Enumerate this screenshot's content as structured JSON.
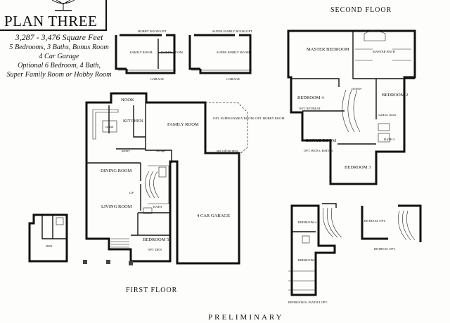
{
  "title": "PLAN THREE",
  "details": [
    "3,287 - 3,476 Square Feet",
    "5 Bedrooms, 3 Baths, Bonus Room",
    "4 Car Garage",
    "Optional 6 Bedroom, 4 Bath,",
    "Super Family Room or Hobby Room"
  ],
  "floors": {
    "first": "FIRST FLOOR",
    "second": "SECOND FLOOR"
  },
  "footer": "PRELIMINARY",
  "options_top": {
    "hobby_opt": "HOBBY ROOM OPT.",
    "super_opt": "SUPER FAMILY ROOM OPT.",
    "family": "FAMILY ROOM",
    "hobby": "HOBBY ROOM",
    "super_family": "SUPER FAMILY ROOM",
    "garage_a": "GARAGE",
    "garage_b": "GARAGE"
  },
  "first_floor": {
    "nook": "NOOK",
    "kitchen": "KITCHEN",
    "island": "island",
    "family": "FAMILY ROOM",
    "opt_super": "OPT. SUPER FAMILY ROOM/ OPT. HOBBY ROOM",
    "dining": "DINING ROOM",
    "living": "LIVING ROOM",
    "garage": "4 CAR GARAGE",
    "bedroom5": "BEDROOM 5",
    "opt_den": "OPT. DEN",
    "bath": "BATH",
    "pantry": "pantry",
    "storage": "storage",
    "up": "UP",
    "roll_up_door": "opt. roll-up door"
  },
  "den_option": {
    "den": "DEN"
  },
  "second_floor": {
    "master_bedroom": "MASTER BEDROOM",
    "master_bath": "MASTER BATH",
    "bedroom4": "BEDROOM 4",
    "opt_retreat": "OPT. RETREAT",
    "bonus_room": "BONUS ROOM",
    "opt_bed6": "OPT. BED 6, BATH 4",
    "bedroom2": "BEDROOM 2",
    "bedroom3": "BEDROOM 3",
    "bath3": "BATH 3",
    "down": "DOWN",
    "walk_in": "walk in closet"
  },
  "second_options": {
    "bedroom4": "BEDROOM 4",
    "bedroom6": "BEDROOM 6",
    "retreat_opt": "RETREAT OPT.",
    "bath4_opt": "BEDROOM 6 / BATH 4 OPT."
  }
}
